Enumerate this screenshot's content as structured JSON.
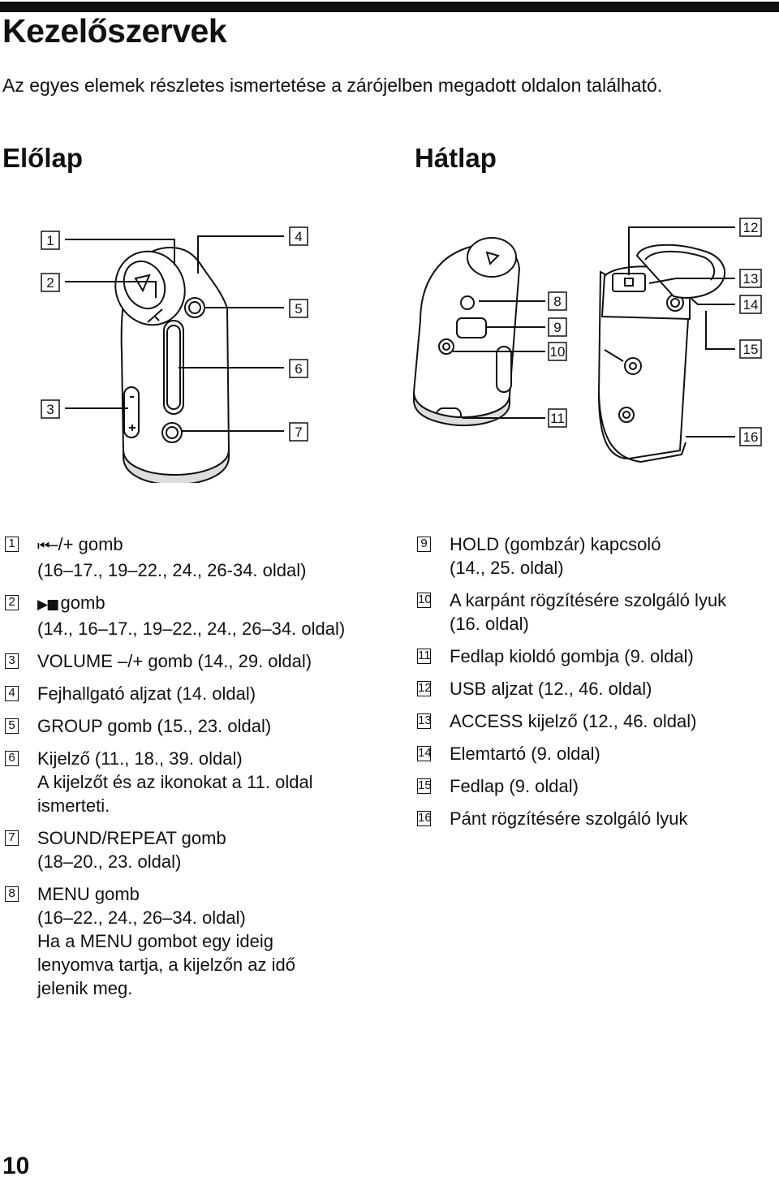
{
  "header": {
    "title": "Kezelőszervek",
    "intro": "Az egyes elemek részletes ismertetése a zárójelben megadott oldalon található."
  },
  "views": {
    "front": "Előlap",
    "back": "Hátlap"
  },
  "callouts": {
    "front_left": [
      "1",
      "2",
      "3"
    ],
    "front_right": [
      "4",
      "5",
      "6",
      "7"
    ],
    "back_right": [
      "8",
      "9",
      "10",
      "11",
      "12",
      "13",
      "14",
      "15",
      "16"
    ]
  },
  "icons": {
    "prev_next": "prev-next-icon",
    "play_stop": "play-stop-icon"
  },
  "items": [
    {
      "num": "1",
      "label": "–/+ gomb",
      "lines": [
        "(16–17., 19–22., 24., 26-34. oldal)"
      ]
    },
    {
      "num": "2",
      "label": "gomb",
      "lines": [
        "(14., 16–17., 19–22., 24., 26–34. oldal)"
      ]
    },
    {
      "num": "3",
      "label": "VOLUME –/+ gomb (14., 29. oldal)",
      "lines": []
    },
    {
      "num": "4",
      "label": "Fejhallgató aljzat (14. oldal)",
      "lines": []
    },
    {
      "num": "5",
      "label": "GROUP gomb (15., 23. oldal)",
      "lines": []
    },
    {
      "num": "6",
      "label": "Kijelző (11., 18., 39. oldal)",
      "lines": [
        "A kijelzőt és az ikonokat a 11. oldal",
        "ismerteti."
      ]
    },
    {
      "num": "7",
      "label": "SOUND/REPEAT gomb",
      "lines": [
        "(18–20., 23. oldal)"
      ]
    },
    {
      "num": "8",
      "label": "MENU gomb",
      "lines": [
        "(16–22., 24., 26–34. oldal)",
        "Ha a MENU gombot egy ideig",
        "lenyomva tartja, a kijelzőn az idő",
        "jelenik meg."
      ]
    },
    {
      "num": "9",
      "label": "HOLD (gombzár) kapcsoló",
      "lines": [
        "(14., 25. oldal)"
      ]
    },
    {
      "num": "10",
      "label": "A karpánt rögzítésére szolgáló lyuk",
      "lines": [
        "(16. oldal)"
      ]
    },
    {
      "num": "11",
      "label": "Fedlap kioldó gombja (9. oldal)",
      "lines": []
    },
    {
      "num": "12",
      "label": "USB aljzat (12., 46. oldal)",
      "lines": []
    },
    {
      "num": "13",
      "label": "ACCESS kijelző (12., 46. oldal)",
      "lines": []
    },
    {
      "num": "14",
      "label": "Elemtartó (9. oldal)",
      "lines": []
    },
    {
      "num": "15",
      "label": "Fedlap (9. oldal)",
      "lines": []
    },
    {
      "num": "16",
      "label": "Pánt rögzítésére szolgáló lyuk",
      "lines": []
    }
  ],
  "footer": {
    "page_number": "10"
  }
}
